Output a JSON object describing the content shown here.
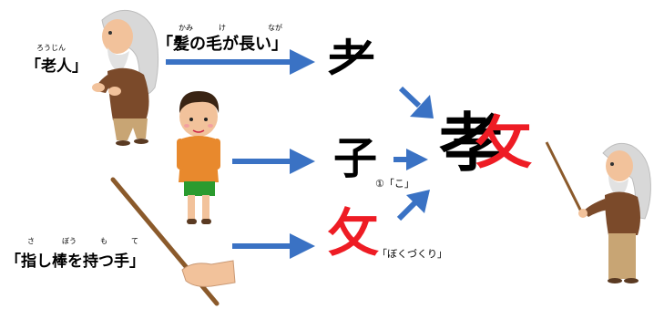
{
  "labels": {
    "rojin": "「老人」",
    "rojin_ruby": "ろうじん",
    "kami_no_ke": "「髪の毛が長い」",
    "kami_ruby": "かみ",
    "ke_ruby": "け",
    "naga_ruby": "なが",
    "sashibo": "「指し棒を持つ手」",
    "sa_ruby": "さ",
    "bou_ruby": "ぼう",
    "mo_ruby": "も",
    "te_ruby": "て"
  },
  "characters": {
    "upper_part": "耂",
    "ko": "子",
    "bokunyou": "攵",
    "kyou": "教",
    "kyou_left": "孝",
    "kyou_right": "攵"
  },
  "notes": {
    "ko_note": "①「こ」",
    "boku_note": "「ぼくづくり」"
  },
  "colors": {
    "arrow": "#3a72c4",
    "red": "#ee1c24",
    "black": "#000000"
  }
}
